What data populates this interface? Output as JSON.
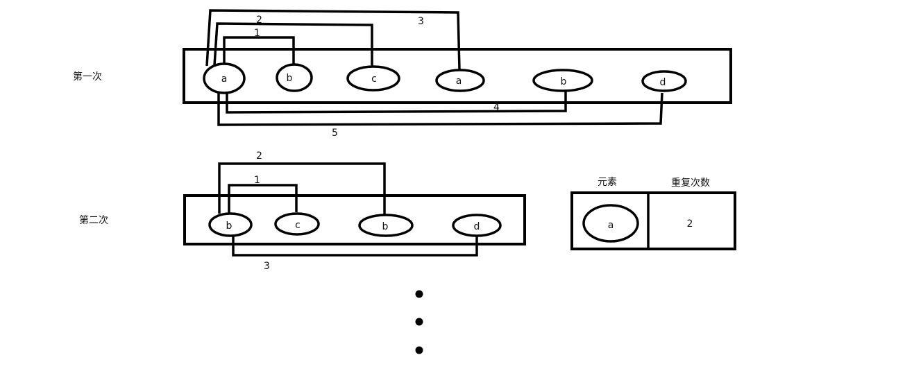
{
  "row1": {
    "label": "第一次",
    "nodes": [
      "a",
      "b",
      "c",
      "a",
      "b",
      "d"
    ],
    "edge_labels": [
      "1",
      "2",
      "3",
      "4",
      "5"
    ]
  },
  "row2": {
    "label": "第二次",
    "nodes": [
      "b",
      "c",
      "b",
      "d"
    ],
    "edge_labels": [
      "1",
      "2",
      "3"
    ]
  },
  "table": {
    "header_element": "元素",
    "header_count": "重复次数",
    "element": "a",
    "count": "2"
  },
  "continuation": "vertical ellipsis dots"
}
